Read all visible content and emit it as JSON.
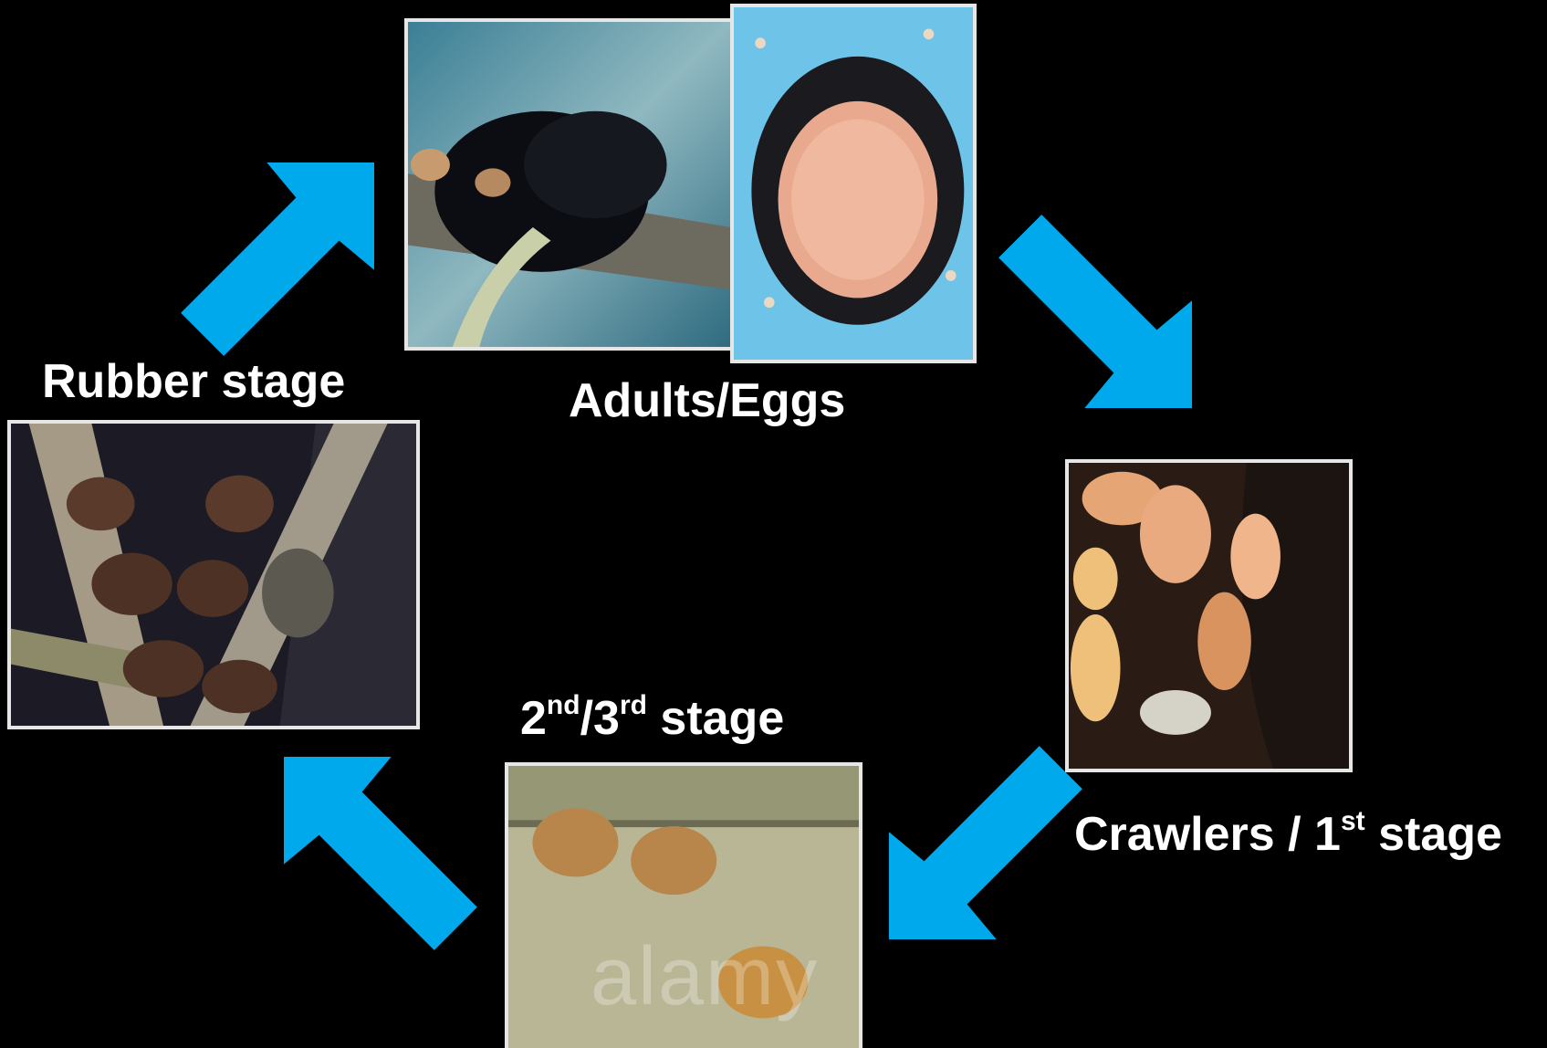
{
  "stages": {
    "adults": {
      "label": "Adults/Eggs"
    },
    "crawlers": {
      "label_pre": "Crawlers / 1",
      "label_sup": "st",
      "label_post": " stage"
    },
    "second_third": {
      "label_a": "2",
      "sup_a": "nd",
      "label_b": "/3",
      "sup_b": "rd",
      "label_c": " stage"
    },
    "rubber": {
      "label": "Rubber stage"
    }
  },
  "watermark": "alamy",
  "colors": {
    "background": "#000000",
    "arrow": "#00a9ec",
    "text": "#ffffff",
    "frame": "#e6e6e6"
  },
  "icons": {
    "arrows": [
      "arrow-up-right-icon",
      "arrow-down-right-icon",
      "arrow-down-left-icon",
      "arrow-up-left-icon"
    ]
  }
}
